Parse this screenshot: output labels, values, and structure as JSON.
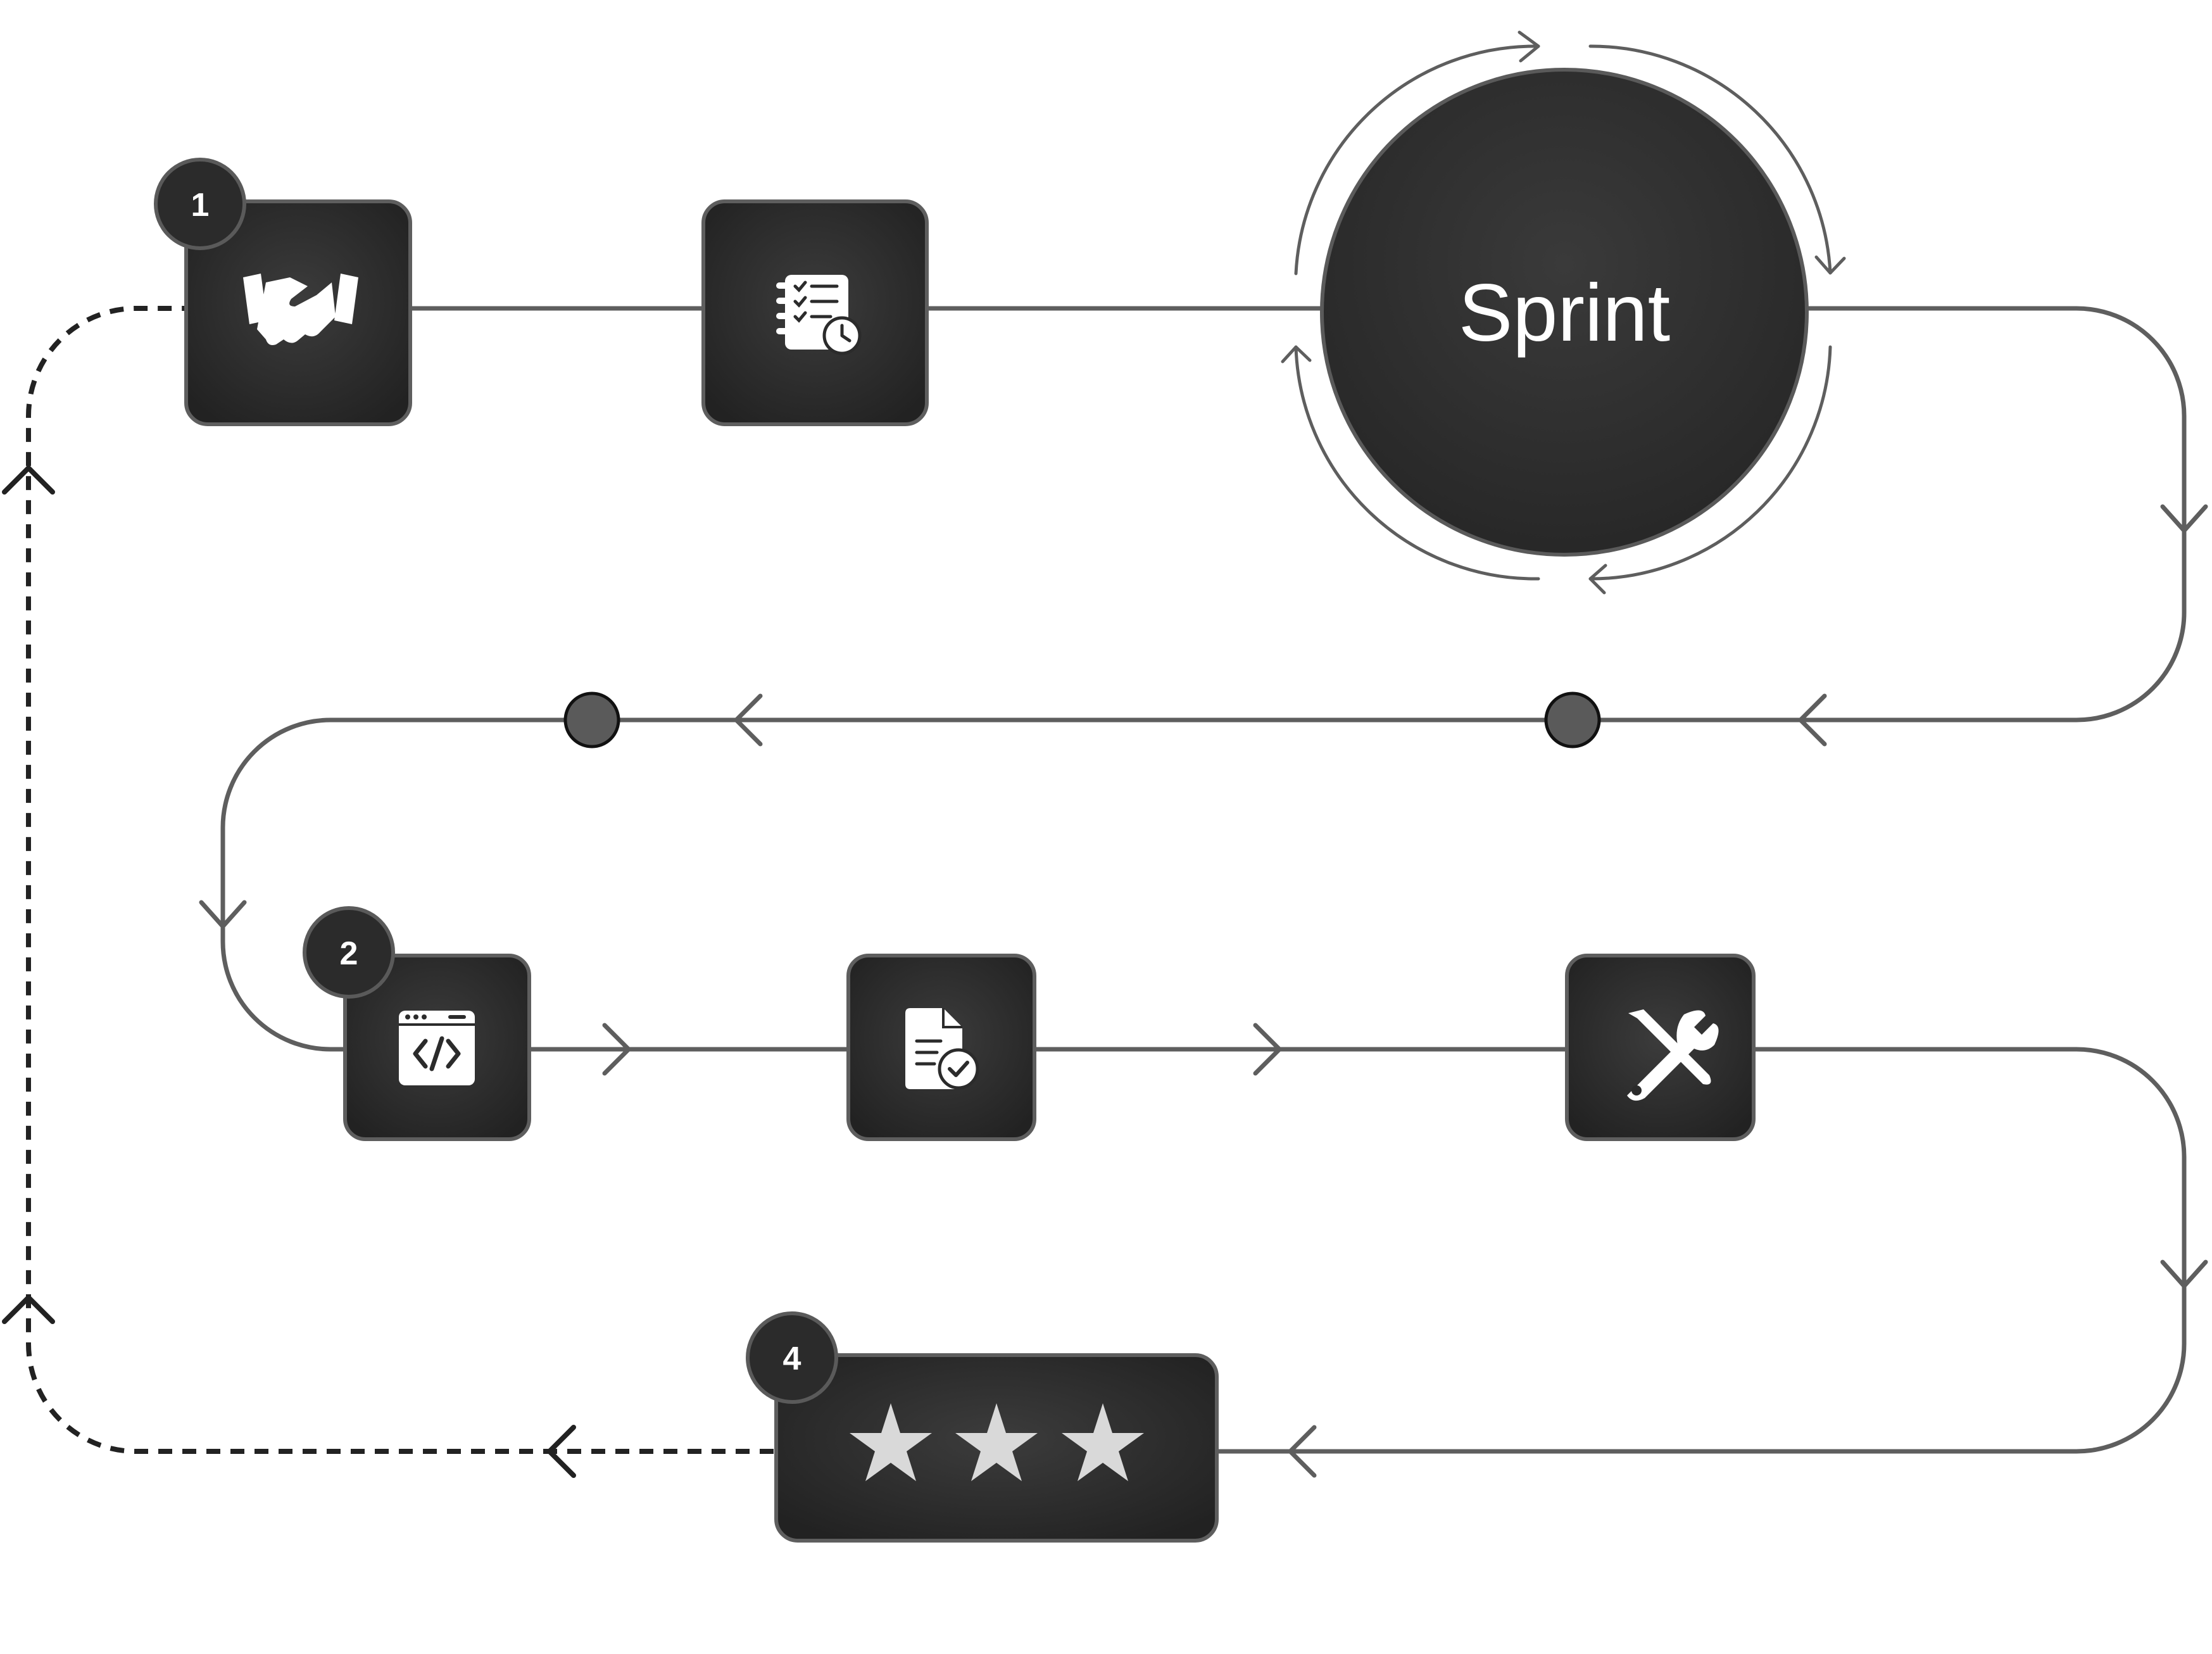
{
  "colors": {
    "node_fill": "#2b2b2b",
    "node_stroke": "#606060",
    "line": "#5e5e5e",
    "dashed_line": "#222222",
    "dot_fill": "#5a5a5a",
    "star": "#d9d9d9"
  },
  "sprint": {
    "label": "Sprint"
  },
  "steps": [
    {
      "badge": "1",
      "icon": "handshake-icon"
    },
    {
      "badge": "",
      "icon": "checklist-clock-icon"
    },
    {
      "badge": "2",
      "icon": "code-window-icon"
    },
    {
      "badge": "",
      "icon": "document-check-icon"
    },
    {
      "badge": "",
      "icon": "tools-icon"
    },
    {
      "badge": "4",
      "icon": "star-rating-icon"
    }
  ]
}
